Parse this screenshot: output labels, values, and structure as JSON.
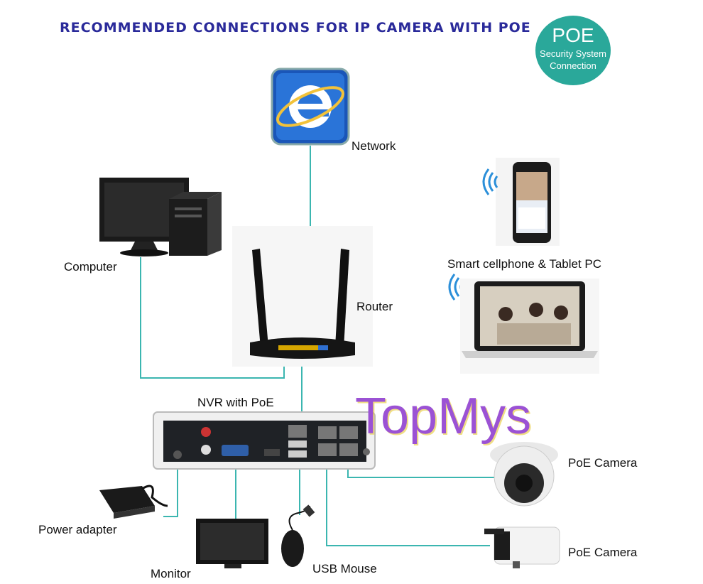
{
  "title": "RECOMMENDED CONNECTIONS FOR IP CAMERA WITH POE",
  "badge": {
    "line1": "POE",
    "line2": "Security System",
    "line3": "Connection"
  },
  "labels": {
    "network": "Network",
    "computer": "Computer",
    "router": "Router",
    "smart_devices": "Smart cellphone &  Tablet PC",
    "nvr": "NVR with PoE",
    "poe_camera_1": "PoE Camera",
    "poe_camera_2": "PoE Camera",
    "power_adapter": "Power adapter",
    "monitor": "Monitor",
    "usb_mouse": "USB Mouse"
  },
  "watermark": "TopMys",
  "colors": {
    "line": "#3bb6b0",
    "title": "#2a2a9a",
    "badge": "#2aa89a",
    "watermark": "#9b52d4"
  }
}
